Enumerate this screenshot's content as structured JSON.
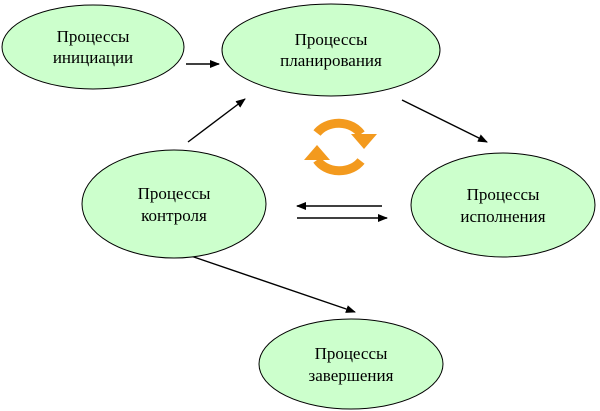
{
  "colors": {
    "node_fill": "#ccffcc",
    "node_stroke": "#000000",
    "arrow": "#000000",
    "cycle_icon": "#f39a1e"
  },
  "nodes": {
    "initiation": {
      "line1": "Процессы",
      "line2": "инициации"
    },
    "planning": {
      "line1": "Процессы",
      "line2": "планирования"
    },
    "control": {
      "line1": "Процессы",
      "line2": "контроля"
    },
    "execution": {
      "line1": "Процессы",
      "line2": "исполнения"
    },
    "closing": {
      "line1": "Процессы",
      "line2": "завершения"
    }
  },
  "icons": {
    "cycle": "cycle-arrows-icon"
  }
}
